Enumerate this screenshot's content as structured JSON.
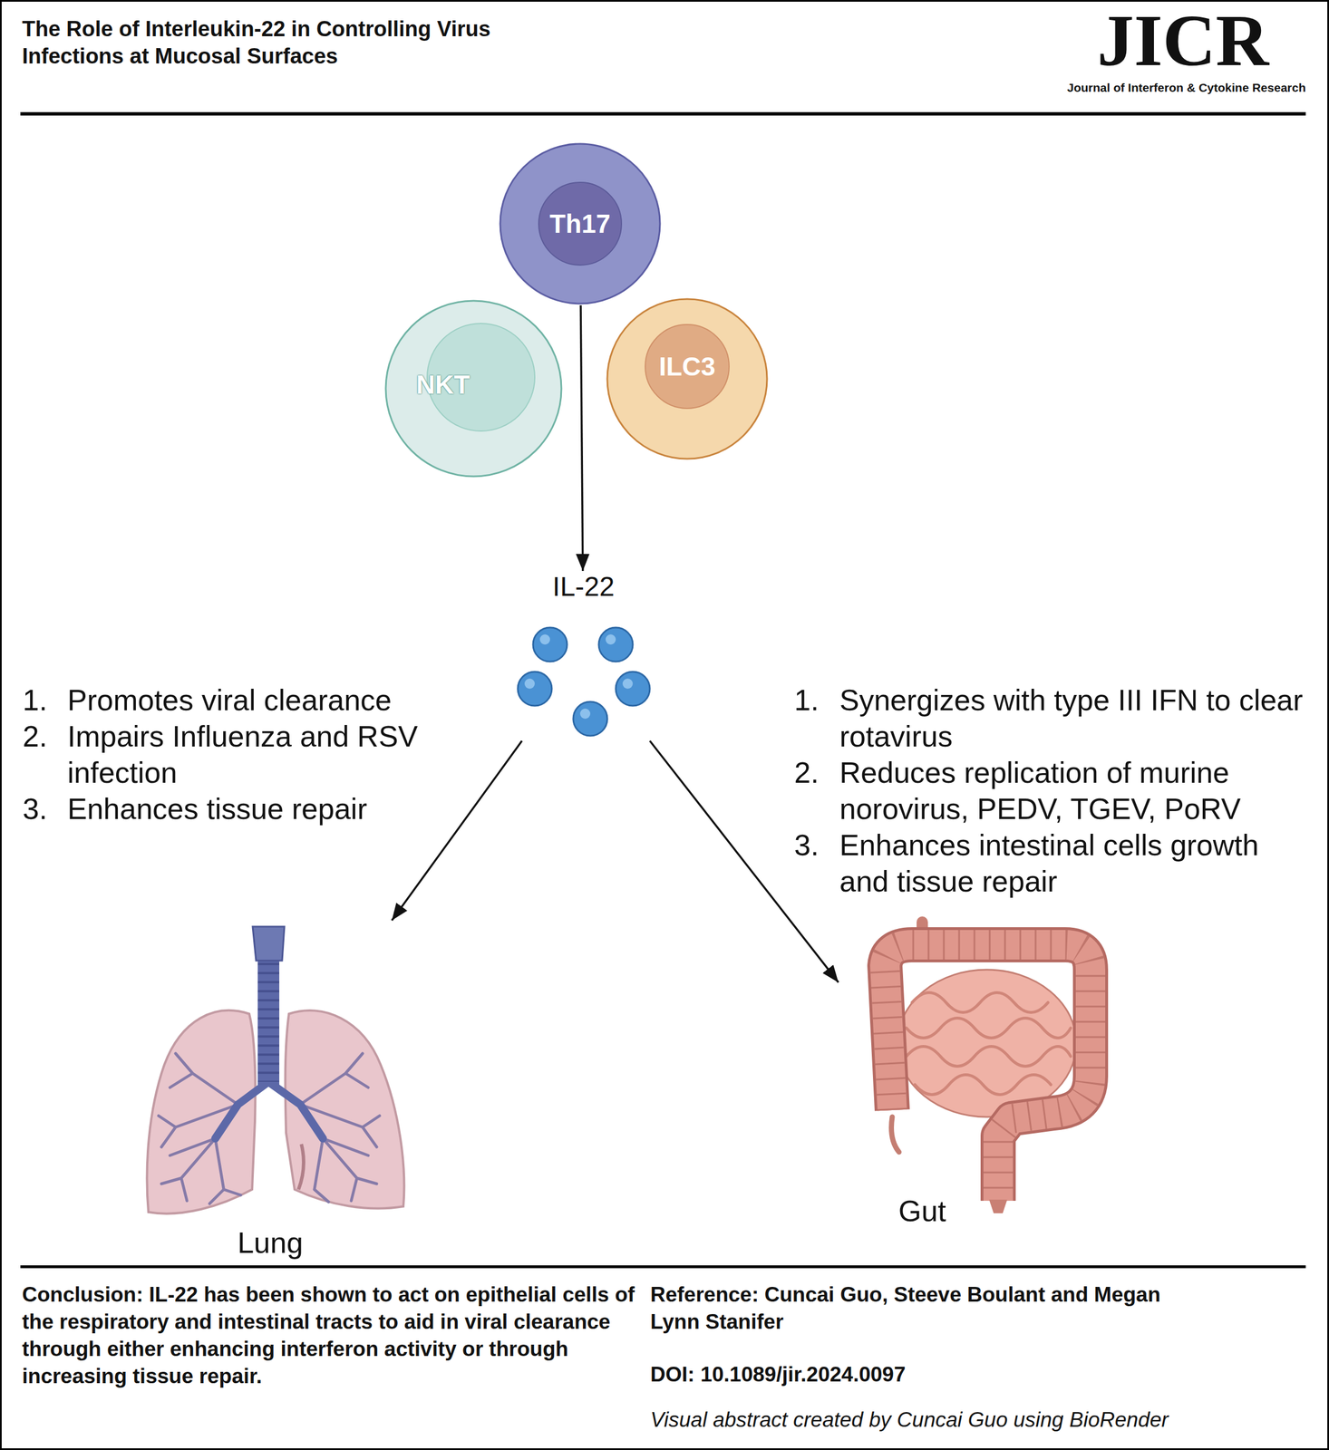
{
  "diagram": {
    "title": "The Role of Interleukin-22 in Controlling Virus Infections at Mucosal Surfaces",
    "nodes": [
      {
        "text": [
          "Th17"
        ]
      },
      {
        "text": [
          "NKT"
        ]
      },
      {
        "text": [
          "ILC3"
        ]
      },
      {
        "text": [
          "IL-22"
        ]
      },
      {
        "text": [
          "Lung"
        ]
      },
      {
        "text": [
          "Gut"
        ]
      }
    ],
    "edges": [
      {
        "from": 0,
        "to": 3,
        "arrow": "to"
      },
      {
        "from": 3,
        "to": 4,
        "arrow": "to"
      },
      {
        "from": 3,
        "to": 5,
        "arrow": "to"
      }
    ],
    "labels": [
      "JICR",
      "Journal of Interferon & Cytokine Research",
      "1.",
      "Promotes viral clearance",
      "2.",
      "Impairs Influenza and RSV infection",
      "3.",
      "Enhances tissue repair",
      "1.",
      "Synergizes with type III IFN to clear rotavirus",
      "2.",
      "Reduces replication of murine norovirus, PEDV, TGEV, PoRV",
      "3.",
      "Enhances intestinal cells growth and tissue repair",
      "Conclusion: IL-22 has been shown to act on epithelial cells of the respiratory and intestinal tracts to aid in viral clearance through either enhancing interferon activity or through increasing tissue repair.",
      "Reference: Cuncai Guo, Steeve Boulant and Megan Lynn Stanifer",
      "DOI: 10.1089/jir.2024.0097",
      "Visual abstract created by Cuncai Guo using BioRender"
    ]
  }
}
